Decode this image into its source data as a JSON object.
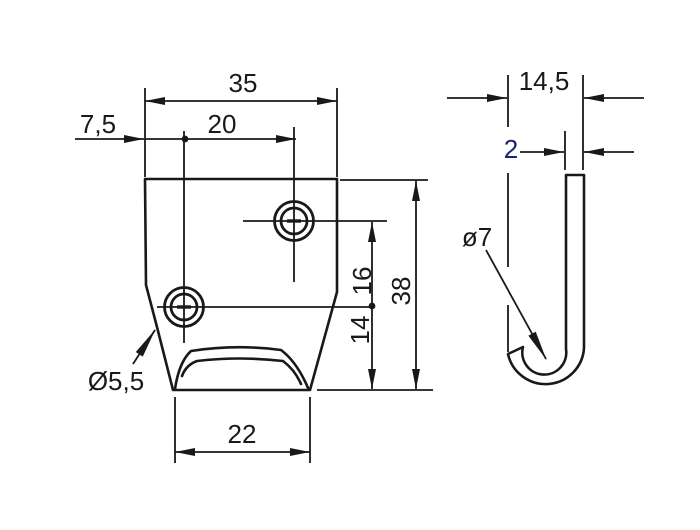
{
  "drawing": {
    "background": "#ffffff",
    "line_color": "#191919",
    "front_view": {
      "dim_width_top": "35",
      "dim_edge_to_hole": "7,5",
      "dim_hole_spacing_h": "20",
      "dim_hole_spacing_v": "16",
      "dim_hole_to_bottom": "14",
      "dim_height": "38",
      "dim_width_bottom": "22",
      "label_hole_diameter": "Ø5,5"
    },
    "side_view": {
      "dim_depth": "14,5",
      "dim_thickness": "2",
      "dim_thickness_color": "#1c2170",
      "label_hook_diameter": "ø7"
    }
  }
}
